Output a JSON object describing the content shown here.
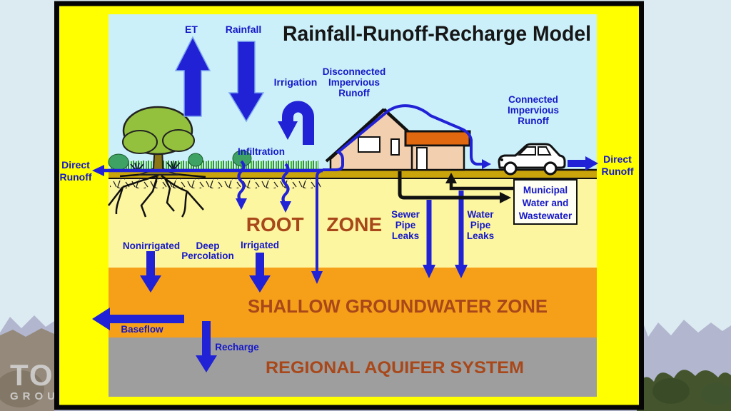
{
  "photo_watermark": {
    "line1": "TOD",
    "line2": "GROU"
  },
  "slide": {
    "title": "Rainfall-Runoff-Recharge Model",
    "labels": {
      "et": "ET",
      "rainfall": "Rainfall",
      "irrigation": "Irrigation",
      "disconnected_impervious_runoff": [
        "Disconnected",
        "Impervious",
        "Runoff"
      ],
      "connected_impervious_runoff": [
        "Connected",
        "Impervious",
        "Runoff"
      ],
      "infiltration": "Infiltration",
      "direct_runoff_left": [
        "Direct",
        "Runoff"
      ],
      "direct_runoff_right": [
        "Direct",
        "Runoff"
      ],
      "municipal_box": [
        "Municipal",
        "Water and",
        "Wastewater"
      ],
      "sewer_pipe_leaks": [
        "Sewer",
        "Pipe",
        "Leaks"
      ],
      "water_pipe_leaks": [
        "Water",
        "Pipe",
        "Leaks"
      ],
      "nonirrigated": "Nonirrigated",
      "deep_percolation": [
        "Deep",
        "Percolation"
      ],
      "irrigated": "Irrigated",
      "baseflow": "Baseflow",
      "recharge": "Recharge"
    },
    "zones": {
      "root": {
        "label": "ROOT ZONE",
        "color": "#FDF6A0"
      },
      "shallow": {
        "label": "SHALLOW GROUNDWATER ZONE",
        "color": "#F6A019"
      },
      "regional": {
        "label": "REGIONAL AQUIFER SYSTEM",
        "color": "#9E9E9E"
      },
      "sky_color": "#CBF0FA",
      "slide_color": "#FFFF00",
      "zone_text_color": "#A8481A"
    },
    "accent_colors": {
      "label_blue": "#1518C8",
      "arrow_blue": "#2121D6",
      "pipe_black": "#111111",
      "roof_orange": "#E2680F",
      "house_wall": "#F2CFAE"
    }
  }
}
